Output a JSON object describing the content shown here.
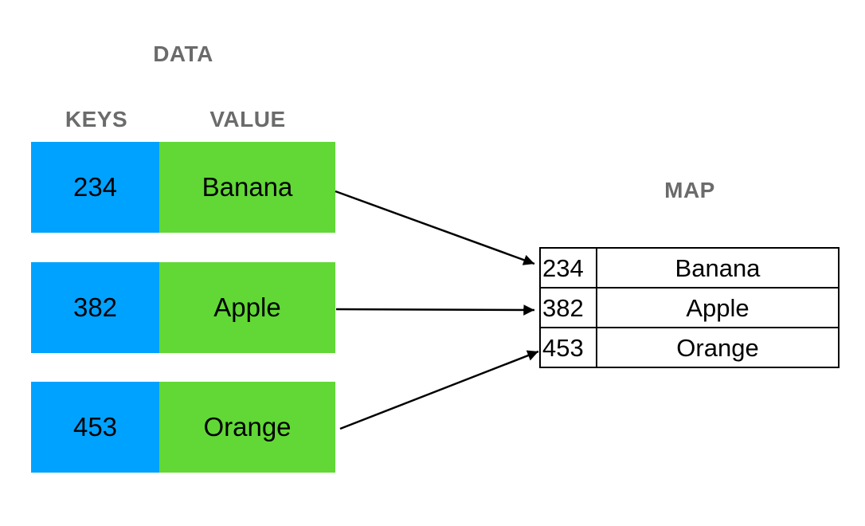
{
  "headings": {
    "data": "DATA",
    "keys": "KEYS",
    "value": "VALUE",
    "map": "MAP"
  },
  "pairs": [
    {
      "key": "234",
      "value": "Banana"
    },
    {
      "key": "382",
      "value": "Apple"
    },
    {
      "key": "453",
      "value": "Orange"
    }
  ],
  "map_rows": [
    {
      "key": "234",
      "value": "Banana"
    },
    {
      "key": "382",
      "value": "Apple"
    },
    {
      "key": "453",
      "value": "Orange"
    }
  ],
  "arrows": [
    {
      "from": "pair-banana",
      "to": "map-row-234"
    },
    {
      "from": "pair-apple",
      "to": "map-row-382"
    },
    {
      "from": "pair-orange",
      "to": "map-row-453"
    }
  ],
  "colors": {
    "key_fill": "#00A2FF",
    "value_fill": "#61D836",
    "heading_text": "#6B6B6B",
    "arrow": "#000000",
    "table_border": "#000000",
    "background": "#FFFFFF"
  }
}
